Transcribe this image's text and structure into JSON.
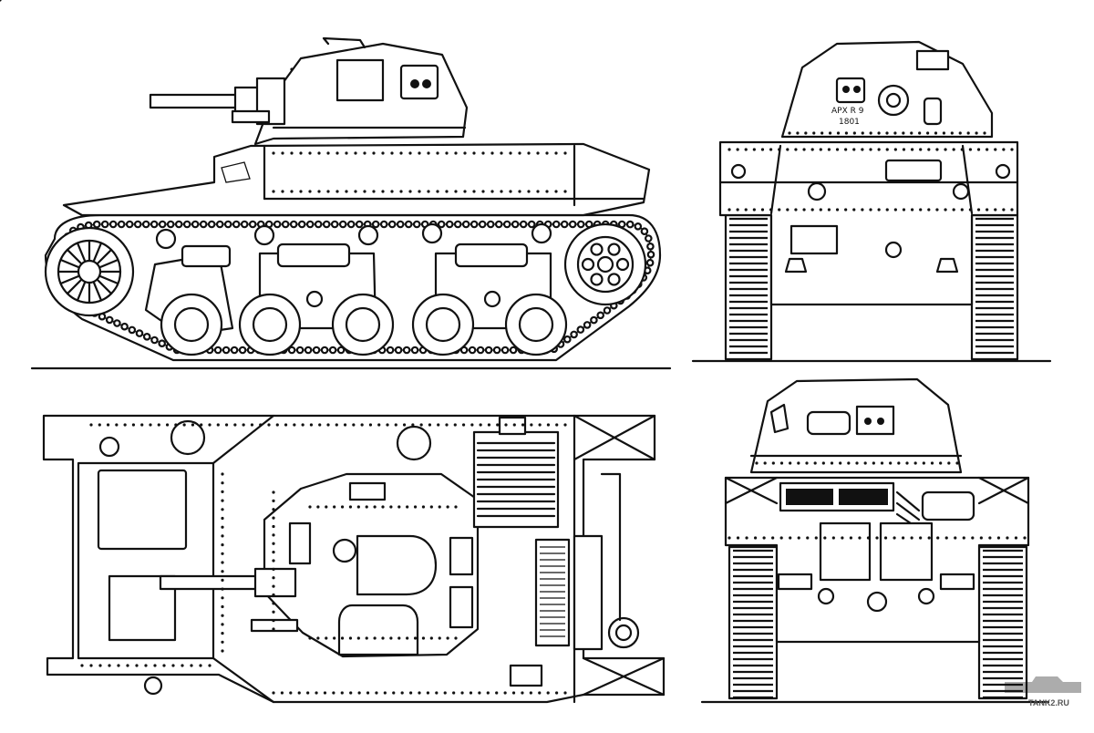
{
  "drawing": {
    "views": [
      "side",
      "front",
      "top",
      "rear"
    ]
  },
  "markings": {
    "plate_line1": "APX R 9",
    "plate_line2": "1801"
  },
  "watermark": {
    "text": "TANK2.RU"
  }
}
